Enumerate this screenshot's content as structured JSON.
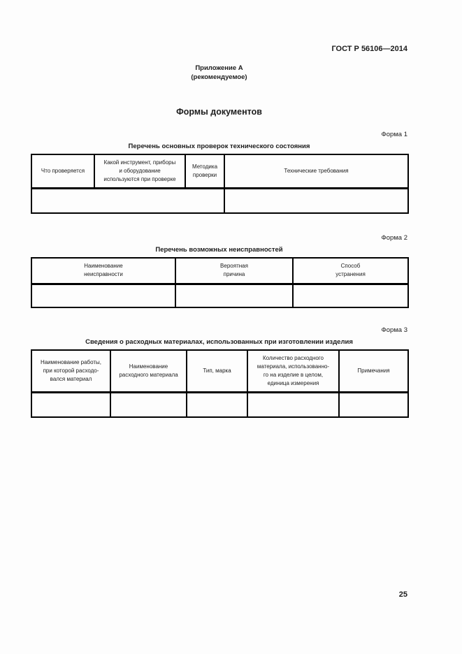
{
  "page": {
    "doc_number": "ГОСТ Р 56106—2014",
    "annex_title": "Приложение А",
    "annex_subtitle": "(рекомендуемое)",
    "main_title": "Формы документов",
    "page_number": "25"
  },
  "forms": [
    {
      "label": "Форма 1",
      "title": "Перечень основных проверок технического состояния",
      "columns": [
        {
          "lines": [
            "Что проверяется"
          ]
        },
        {
          "lines": [
            "Какой инструмент, приборы",
            "и оборудование",
            "используются при проверке"
          ]
        },
        {
          "lines": [
            "Методика",
            "проверки"
          ]
        },
        {
          "lines": [
            "Технические требования"
          ]
        }
      ]
    },
    {
      "label": "Форма 2",
      "title": "Перечень возможных неисправностей",
      "columns": [
        {
          "lines": [
            "Наименование",
            "неисправности"
          ]
        },
        {
          "lines": [
            "Вероятная",
            "причина"
          ]
        },
        {
          "lines": [
            "Способ",
            "устранения"
          ]
        }
      ]
    },
    {
      "label": "Форма 3",
      "title": "Сведения о расходных материалах, использованных при изготовлении изделия",
      "columns": [
        {
          "lines": [
            "Наименование работы,",
            "при которой расходо-",
            "вался материал"
          ]
        },
        {
          "lines": [
            "Наименование",
            "расходного материала"
          ]
        },
        {
          "lines": [
            "Тип, марка"
          ]
        },
        {
          "lines": [
            "Количество расходного",
            "материала, использованно-",
            "го на изделие в целом,",
            "единица измерения"
          ]
        },
        {
          "lines": [
            "Примечания"
          ]
        }
      ]
    }
  ]
}
